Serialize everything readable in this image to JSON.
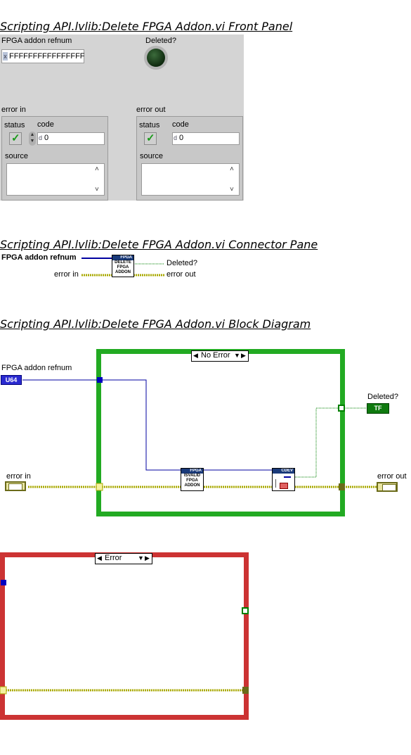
{
  "front_panel": {
    "title": "Scripting API.lvlib:Delete FPGA Addon.vi Front Panel",
    "refnum_label": "FPGA addon refnum",
    "refnum_radix": "x",
    "refnum_value": "FFFFFFFFFFFFFFFF",
    "deleted_label": "Deleted?",
    "error_in": {
      "label": "error in",
      "status_label": "status",
      "code_label": "code",
      "code_radix": "d",
      "code_value": "0",
      "source_label": "source"
    },
    "error_out": {
      "label": "error out",
      "status_label": "status",
      "code_label": "code",
      "code_radix": "d",
      "code_value": "0",
      "source_label": "source"
    }
  },
  "connector_pane": {
    "title": "Scripting API.lvlib:Delete FPGA Addon.vi Connector Pane",
    "input_refnum": "FPGA addon refnum",
    "input_error": "error in",
    "output_deleted": "Deleted?",
    "output_error": "error out",
    "icon_header": "FPGA",
    "icon_text": [
      "DELETE",
      "FPGA",
      "ADDON"
    ]
  },
  "block_diagram": {
    "title": "Scripting API.lvlib:Delete FPGA Addon.vi Block Diagram",
    "refnum_terminal_label": "FPGA addon refnum",
    "refnum_terminal_type": "U64",
    "error_in_label": "error in",
    "error_out_label": "error out",
    "deleted_label": "Deleted?",
    "deleted_terminal_type": "TF",
    "case_no_error": "No Error",
    "case_error": "Error",
    "isvalid_header": "FPGA",
    "isvalid_text": [
      "ISVALID",
      "FPGA",
      "ADDON"
    ],
    "cdev_header": "CDEV",
    "colors": {
      "no_error_border": "#22aa22",
      "error_border": "#cc3333",
      "refnum_wire": "#0000a0",
      "error_wire": "#a8a800",
      "bool_wire": "#008000"
    }
  }
}
